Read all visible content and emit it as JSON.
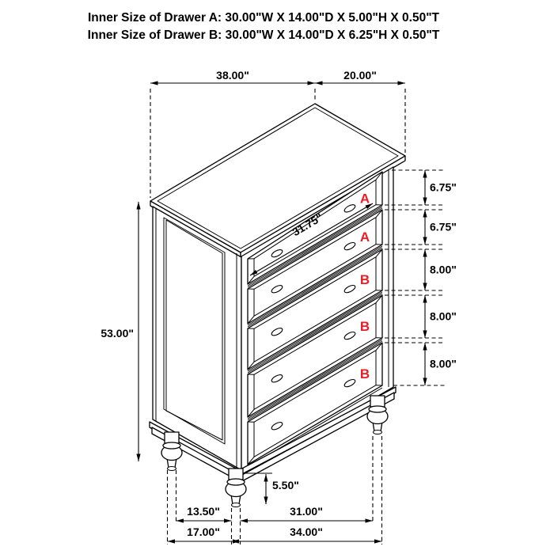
{
  "title": {
    "line1": "Inner Size of Drawer A: 30.00\"W X 14.00\"D X 5.00\"H X 0.50\"T",
    "line2": "Inner Size of Drawer B: 30.00\"W X 14.00\"D X 6.25\"H X 0.50\"T"
  },
  "colors": {
    "line": "#000000",
    "drawer_label": "#ed1c24",
    "background": "#ffffff"
  },
  "chart_data": {
    "type": "dimension-diagram",
    "object": "5-drawer chest isometric line drawing",
    "overall": {
      "top_width_in": 38.0,
      "top_depth_in": 20.0,
      "height_in": 53.0,
      "leg_height_in": 5.5
    },
    "drawer_front_heights_in": [
      6.75,
      6.75,
      8.0,
      8.0,
      8.0
    ],
    "drawer_front_width_in": 31.75,
    "base": {
      "leg_spacing_side_in": 13.5,
      "leg_spacing_front_in": 31.0,
      "base_depth_in": 17.0,
      "base_width_in": 34.0
    }
  },
  "labels": {
    "top_width": "38.00\"",
    "top_depth": "20.00\"",
    "height": "53.00\"",
    "drawer_width": "31.75\"",
    "leg_height": "5.50\"",
    "spacing_side": "13.50\"",
    "spacing_front": "31.00\"",
    "base_depth": "17.00\"",
    "base_width": "34.00\"",
    "drawers": [
      {
        "letter": "A",
        "height": "6.75\""
      },
      {
        "letter": "A",
        "height": "6.75\""
      },
      {
        "letter": "B",
        "height": "8.00\""
      },
      {
        "letter": "B",
        "height": "8.00\""
      },
      {
        "letter": "B",
        "height": "8.00\""
      }
    ]
  }
}
